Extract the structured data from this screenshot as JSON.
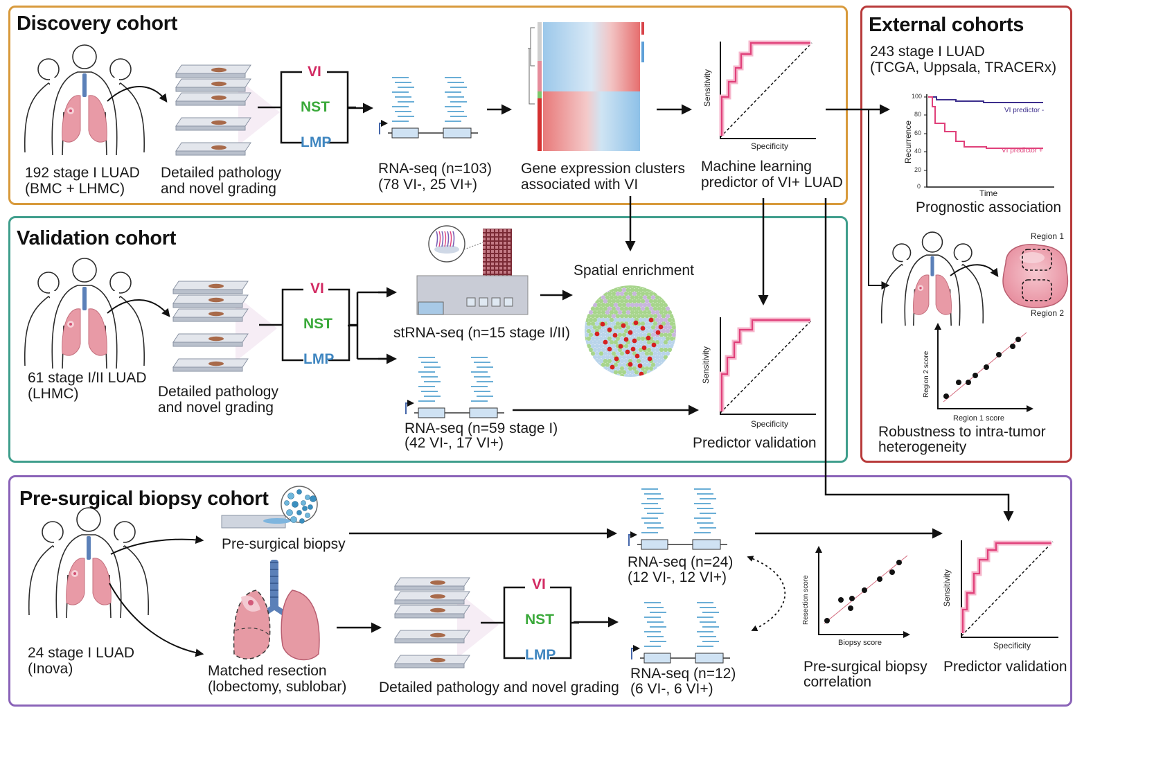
{
  "colors": {
    "discovery_border": "#d89a3c",
    "validation_border": "#3f9e8c",
    "external_border": "#b83a3a",
    "presurgical_border": "#8a63b8",
    "vi": "#d22a62",
    "nst": "#3aa93a",
    "lmp": "#3f86c0",
    "curve": "#e0407a"
  },
  "grades": {
    "vi": "VI",
    "nst": "NST",
    "lmp": "LMP"
  },
  "discovery": {
    "title": "Discovery cohort",
    "cohort_line1": "192 stage I LUAD",
    "cohort_line2": "(BMC + LHMC)",
    "path_line1": "Detailed pathology",
    "path_line2": "and novel grading",
    "rna_line1": "RNA-seq (n=103)",
    "rna_line2": "(78 VI-, 25 VI+)",
    "clusters_line1": "Gene expression clusters",
    "clusters_line2": "associated with VI",
    "ml_line1": "Machine learning",
    "ml_line2": "predictor of VI+ LUAD",
    "roc_x": "Specificity",
    "roc_y": "Sensitivity"
  },
  "validation": {
    "title": "Validation cohort",
    "cohort_line1": "61 stage I/II LUAD",
    "cohort_line2": "(LHMC)",
    "path_line1": "Detailed pathology",
    "path_line2": "and novel grading",
    "strna": "stRNA-seq (n=15 stage I/II)",
    "spatial": "Spatial enrichment",
    "rna_line1": "RNA-seq (n=59 stage I)",
    "rna_line2": "(42 VI-, 17 VI+)",
    "pred": "Predictor validation",
    "roc_x": "Specificity",
    "roc_y": "Sensitivity"
  },
  "external": {
    "title": "External cohorts",
    "line1": "243 stage I LUAD",
    "line2": "(TCGA, Uppsala, TRACERx)",
    "km_ylabel": "Recurrence",
    "km_xlabel": "Time",
    "km_ticks": [
      "100",
      "80",
      "60",
      "40",
      "20",
      "0"
    ],
    "km_minus": "VI predictor -",
    "km_plus": "VI predictor +",
    "prognostic": "Prognostic association",
    "region1": "Region 1",
    "region2": "Region 2",
    "scatter_y": "Region 2 score",
    "scatter_x": "Region 1 score",
    "robust_line1": "Robustness to intra-tumor",
    "robust_line2": "heterogeneity"
  },
  "presurgical": {
    "title": "Pre-surgical biopsy cohort",
    "biopsy": "Pre-surgical biopsy",
    "cohort_line1": "24 stage I LUAD",
    "cohort_line2": "(Inova)",
    "resection_line1": "Matched resection",
    "resection_line2": "(lobectomy, sublobar)",
    "path": "Detailed pathology and novel grading",
    "rna1_line1": "RNA-seq (n=24)",
    "rna1_line2": "(12 VI-, 12 VI+)",
    "rna2_line1": "RNA-seq (n=12)",
    "rna2_line2": "(6 VI-, 6 VI+)",
    "scatter_y": "Resection score",
    "scatter_x": "Biopsy score",
    "corr_line1": "Pre-surgical biopsy",
    "corr_line2": "correlation",
    "pred": "Predictor validation",
    "roc_x": "Specificity",
    "roc_y": "Sensitivity"
  }
}
